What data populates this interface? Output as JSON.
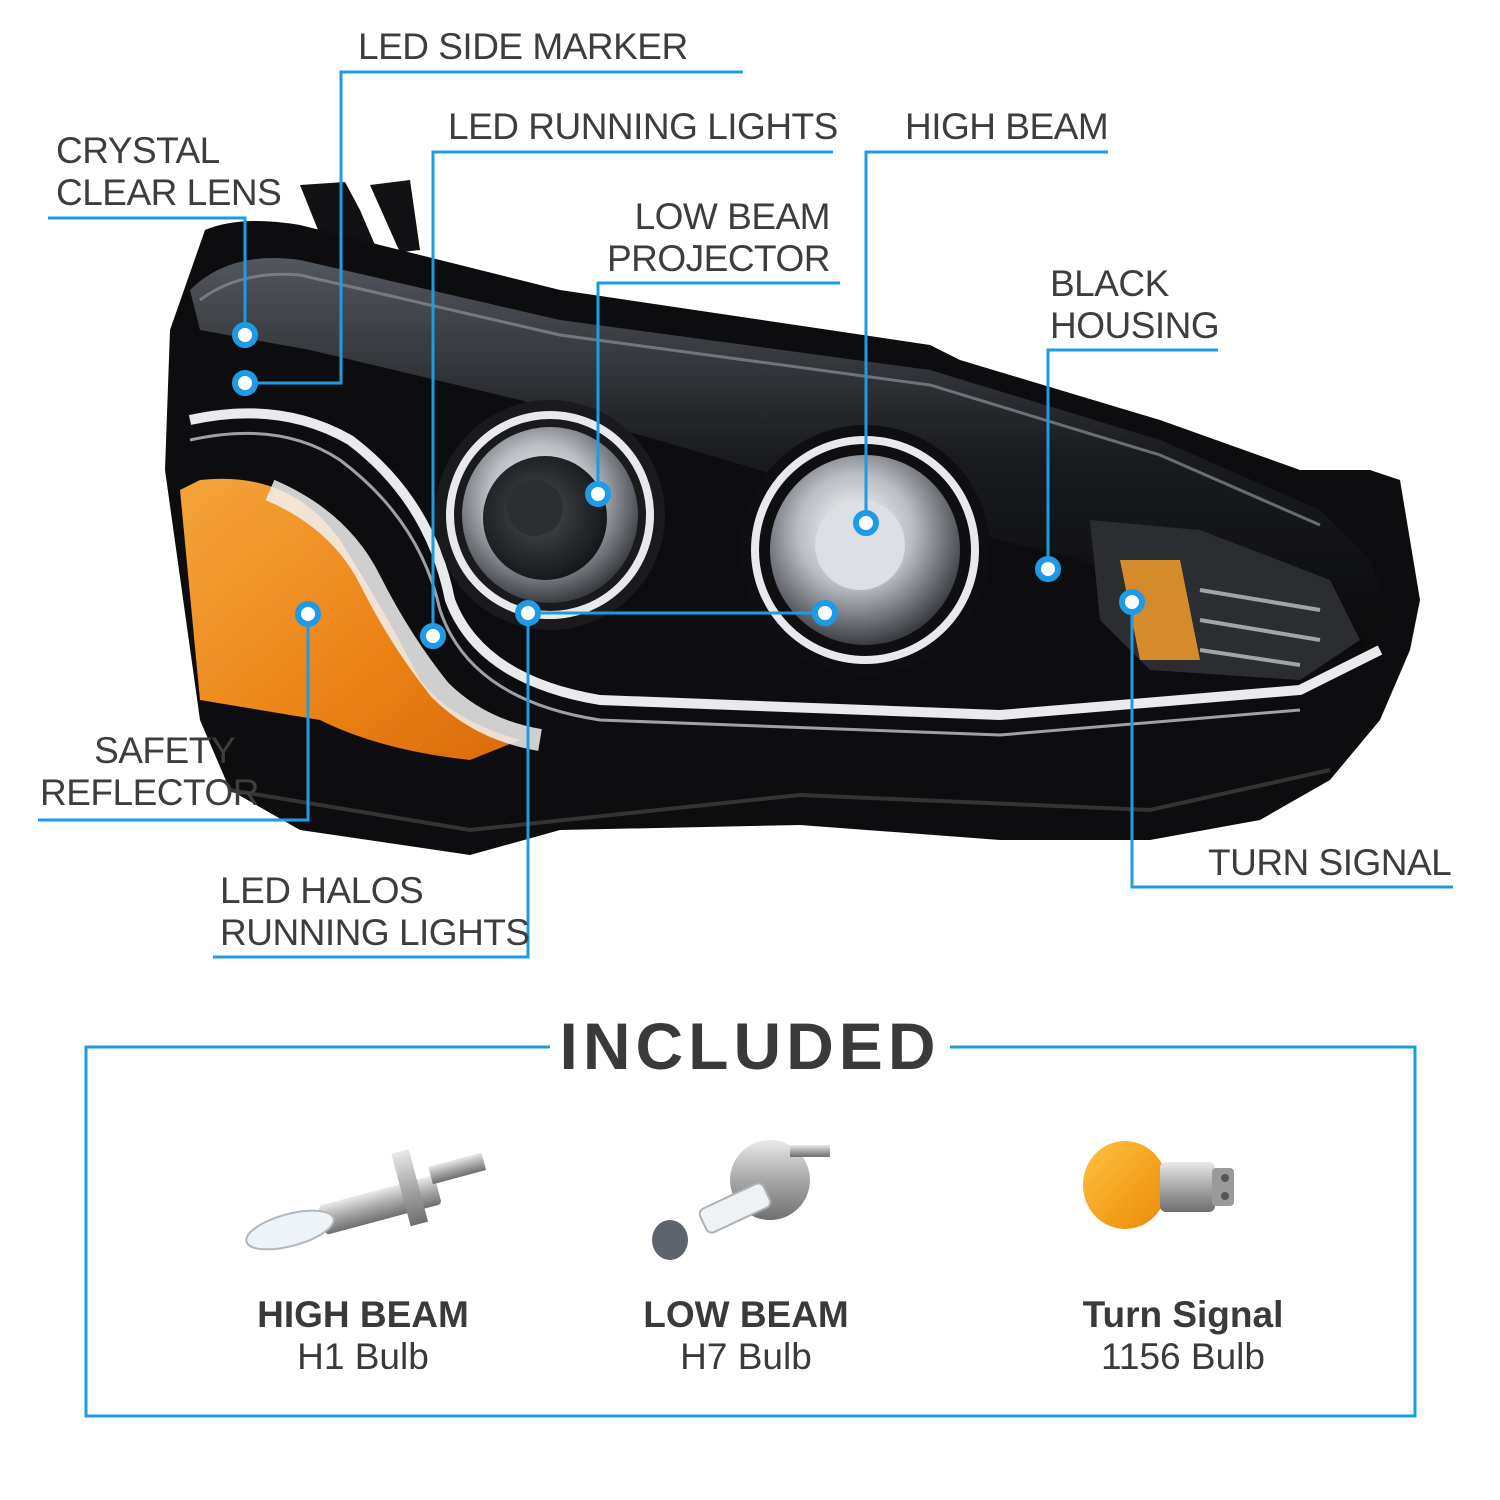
{
  "callouts": {
    "led_side_marker": "LED SIDE MARKER",
    "crystal_clear_lens": "CRYSTAL\nCLEAR LENS",
    "led_running_lights": "LED RUNNING LIGHTS",
    "high_beam": "HIGH BEAM",
    "low_beam_projector": "LOW BEAM\nPROJECTOR",
    "black_housing": "BLACK\nHOUSING",
    "safety_reflector": "SAFETY\nREFLECTOR",
    "turn_signal": "TURN SIGNAL",
    "led_halos": "LED HALOS\nRUNNING LIGHTS"
  },
  "included": {
    "title": "INCLUDED",
    "bulbs": [
      {
        "name": "HIGH BEAM",
        "type": "H1 Bulb",
        "icon": "h1-bulb-icon"
      },
      {
        "name": "LOW BEAM",
        "type": "H7 Bulb",
        "icon": "h7-bulb-icon"
      },
      {
        "name": "Turn Signal",
        "type": "1156 Bulb",
        "icon": "1156-bulb-icon"
      }
    ]
  },
  "colors": {
    "accent": "#1e9be6",
    "text": "#3d3d3d",
    "housing": "#0b0b0d",
    "amber": "#f08a1c"
  }
}
